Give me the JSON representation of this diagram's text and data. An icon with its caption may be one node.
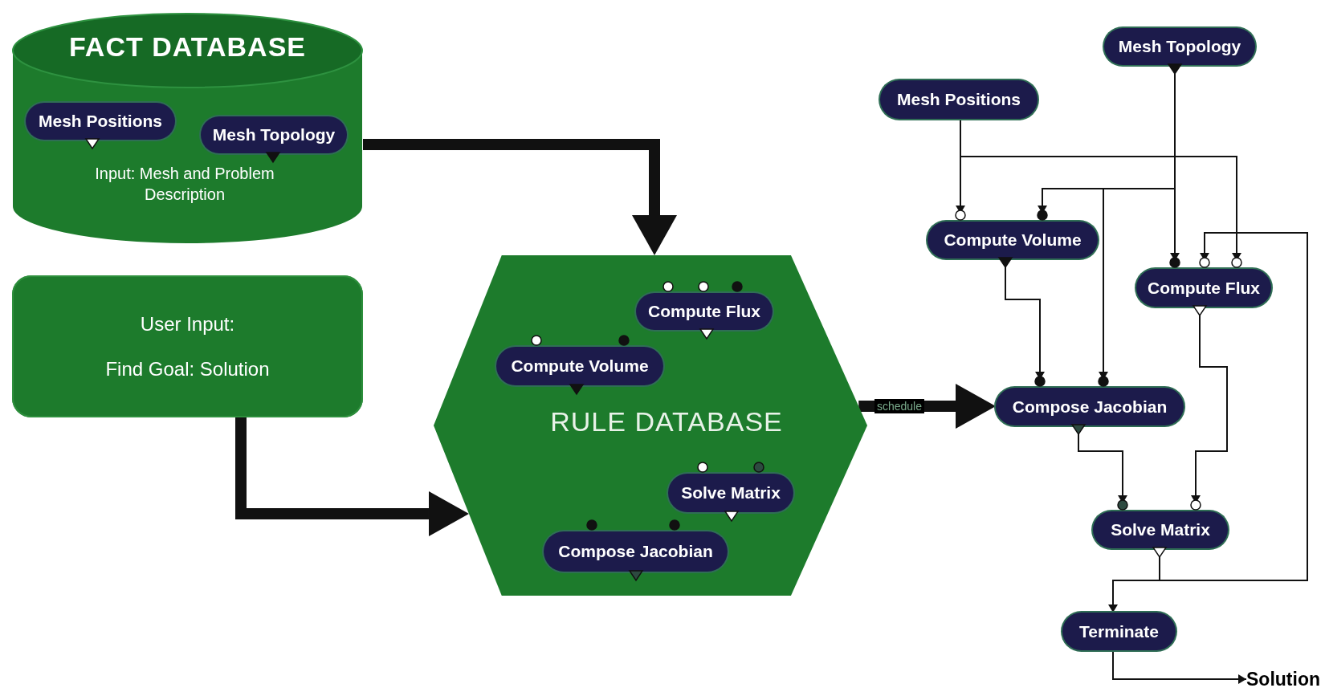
{
  "diagram": {
    "nodes": [
      {
        "text": [
          "FACT DATABASE",
          "Input: Mesh and Problem Description"
        ]
      },
      {
        "text": [
          "Mesh Positions"
        ],
        "in": 0
      },
      {
        "text": [
          "Mesh Topology"
        ],
        "in": 0
      },
      {
        "text": [
          "User Input:",
          "Find Goal: Solution"
        ]
      },
      {
        "text": [
          "RULE DATABASE"
        ]
      },
      {
        "text": [
          "Compute Flux"
        ],
        "in": 4
      },
      {
        "text": [
          "Compute Volume"
        ],
        "in": 4
      },
      {
        "text": [
          "Solve Matrix"
        ],
        "in": 4
      },
      {
        "text": [
          "Compose Jacobian"
        ],
        "in": 4
      },
      {
        "text": [
          "Mesh Topology"
        ]
      },
      {
        "text": [
          "Mesh Positions"
        ]
      },
      {
        "text": [
          "Compute Volume"
        ]
      },
      {
        "text": [
          "Compute Flux"
        ]
      },
      {
        "text": [
          "Compose Jacobian"
        ]
      },
      {
        "text": [
          "Solve Matrix"
        ]
      },
      {
        "text": [
          "Terminate"
        ]
      },
      {
        "text": [
          "Solution"
        ]
      }
    ],
    "edges": [
      {
        "from": 0,
        "to": 4,
        "arrow": "to",
        "style": "thick"
      },
      {
        "from": 3,
        "to": 4,
        "arrow": "to",
        "style": "thick"
      },
      {
        "from": 4,
        "to": 13,
        "arrow": "to",
        "style": "thick",
        "label": "schedule"
      },
      {
        "from": 10,
        "to": 11,
        "arrow": "to"
      },
      {
        "from": 10,
        "to": 12,
        "arrow": "to"
      },
      {
        "from": 9,
        "to": 12,
        "arrow": "to"
      },
      {
        "from": 9,
        "to": 11,
        "arrow": "to"
      },
      {
        "from": 9,
        "to": 13,
        "arrow": "to"
      },
      {
        "from": 11,
        "to": 13,
        "arrow": "to"
      },
      {
        "from": 12,
        "to": 14,
        "arrow": "to"
      },
      {
        "from": 13,
        "to": 14,
        "arrow": "to"
      },
      {
        "from": 14,
        "to": 15,
        "arrow": "to"
      },
      {
        "from": 14,
        "to": 12,
        "arrow": "to"
      },
      {
        "from": 15,
        "to": 16,
        "arrow": "to"
      }
    ]
  }
}
